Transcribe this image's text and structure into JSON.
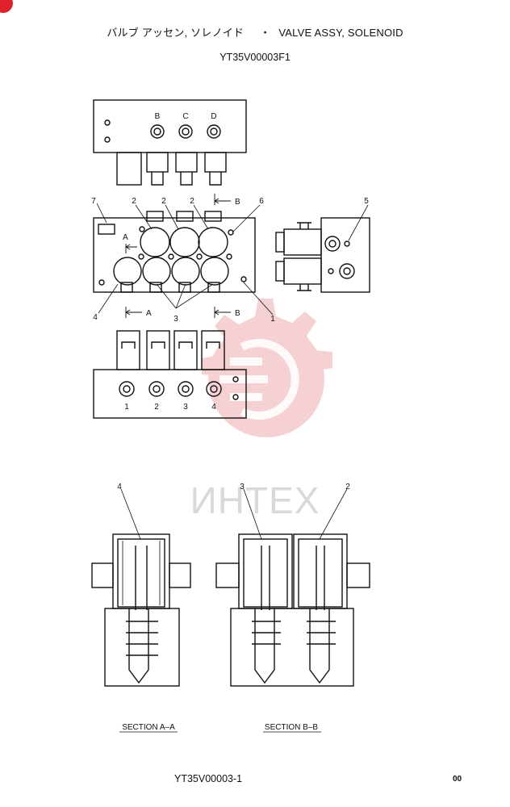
{
  "header": {
    "title_ja": "バルブ アッセン, ソレノイド",
    "separator": "・",
    "title_en": "VALVE ASSY, SOLENOID",
    "doc_code": "YT35V00003F1"
  },
  "footer": {
    "code": "YT35V00003-1",
    "page": "00"
  },
  "watermark": {
    "text": "ИНТЕХ",
    "color": "#f5c9cc"
  },
  "top_view": {
    "port_labels": [
      "B",
      "C",
      "D"
    ]
  },
  "main_view": {
    "callouts": [
      "7",
      "2",
      "2",
      "2",
      "6",
      "4",
      "3",
      "1"
    ],
    "section_b": "B",
    "section_a": "A"
  },
  "side_view": {
    "callout": "5"
  },
  "bottom_view": {
    "port_labels": [
      "1",
      "2",
      "3",
      "4"
    ]
  },
  "sections": {
    "aa": {
      "label": "SECTION  A–A",
      "callout": "4"
    },
    "bb": {
      "label": "SECTION  B–B",
      "callouts": [
        "3",
        "2"
      ]
    }
  }
}
